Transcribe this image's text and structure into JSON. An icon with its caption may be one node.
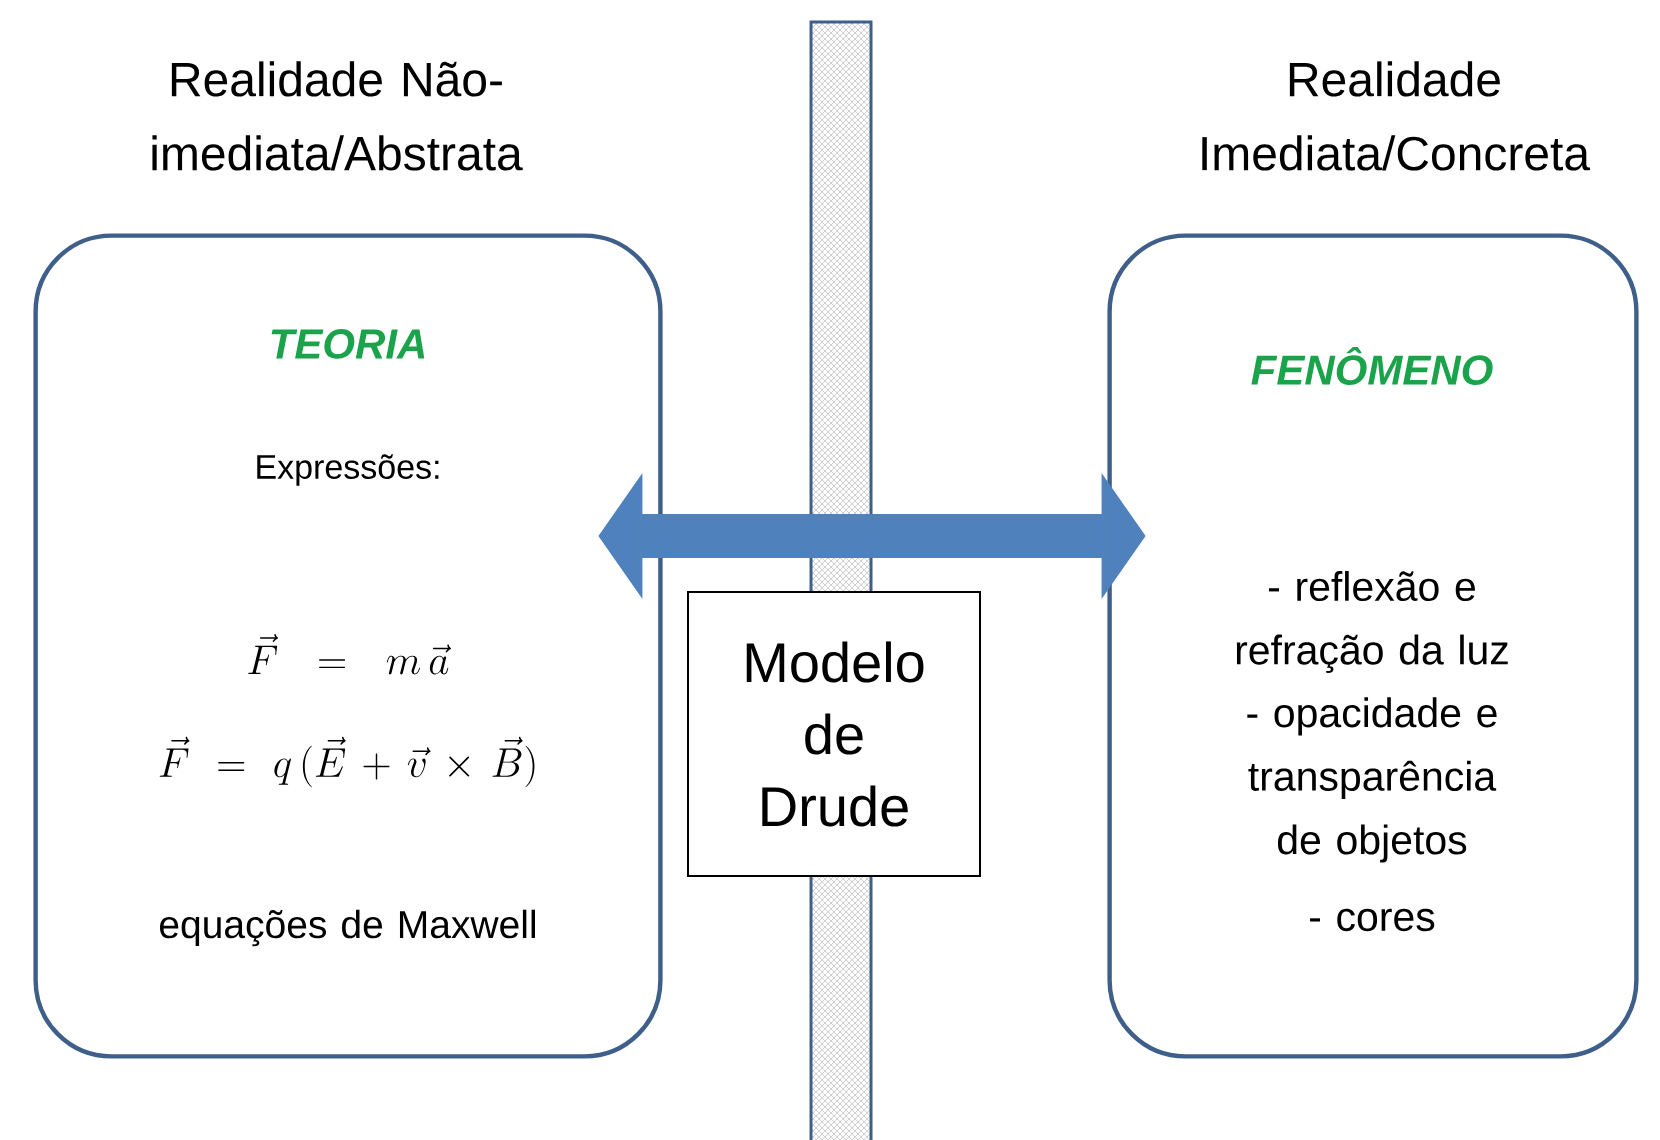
{
  "diagram": {
    "nodes": [
      {
        "text": [
          "TEORIA",
          "Expressões:",
          "\\vec{F} = m\\,\\vec{a}",
          "\\vec{F} = q\\,(\\vec{E} + \\vec{v} \\times \\vec{B})",
          "equações de Maxwell"
        ]
      },
      {
        "text": [
          "FENÔMENO",
          "- reflexão e refração da luz",
          "- opacidade e transparência de objetos",
          "- cores"
        ]
      },
      {
        "text": [
          "Modelo de Drude"
        ]
      }
    ],
    "edges": [
      {
        "from": 0,
        "to": 1,
        "arrow": "both"
      }
    ],
    "labels": [
      "Realidade Não-imediata/Abstrata",
      "Realidade Imediata/Concreta"
    ]
  }
}
